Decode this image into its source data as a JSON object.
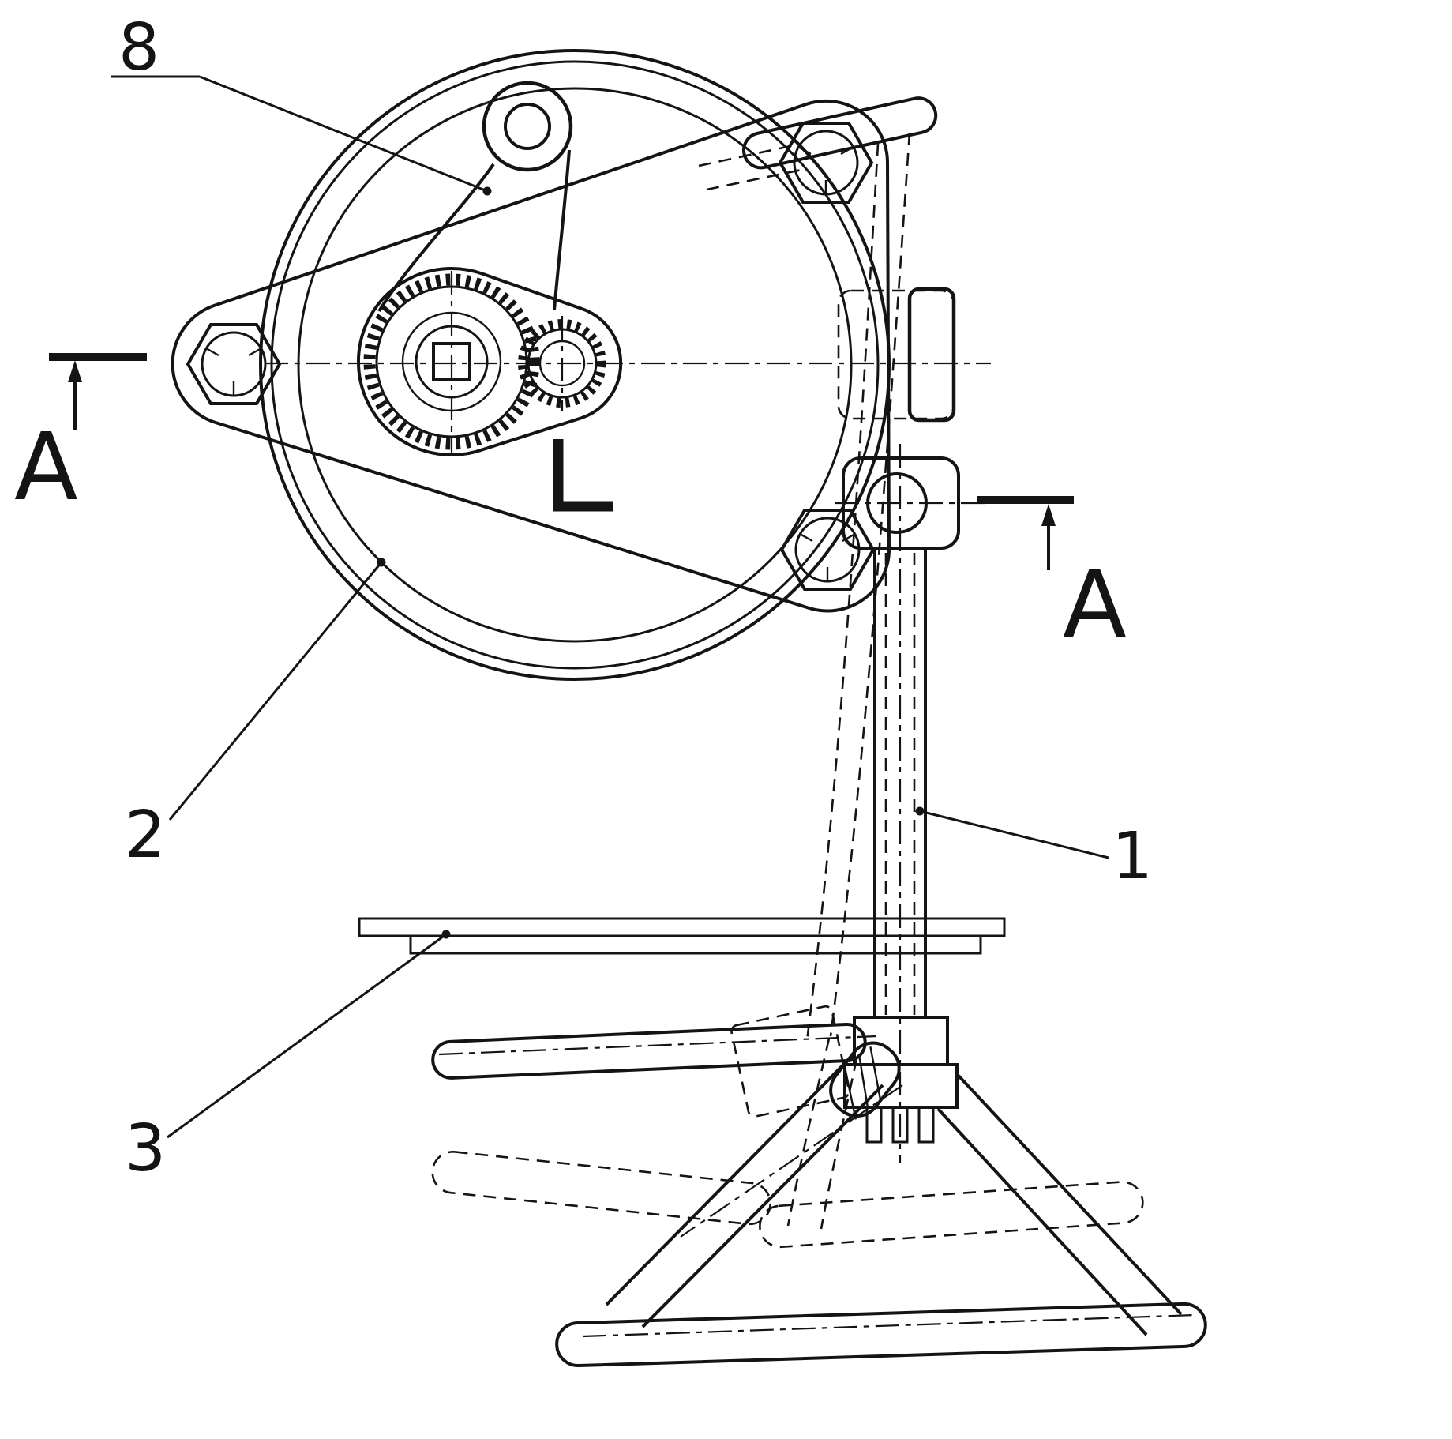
{
  "drawing": {
    "background": "#ffffff",
    "line_color": "#141414",
    "labels": {
      "ref8": "8",
      "ref2": "2",
      "ref3": "3",
      "ref1": "1",
      "section_a_left": "A",
      "section_a_right": "A"
    }
  }
}
